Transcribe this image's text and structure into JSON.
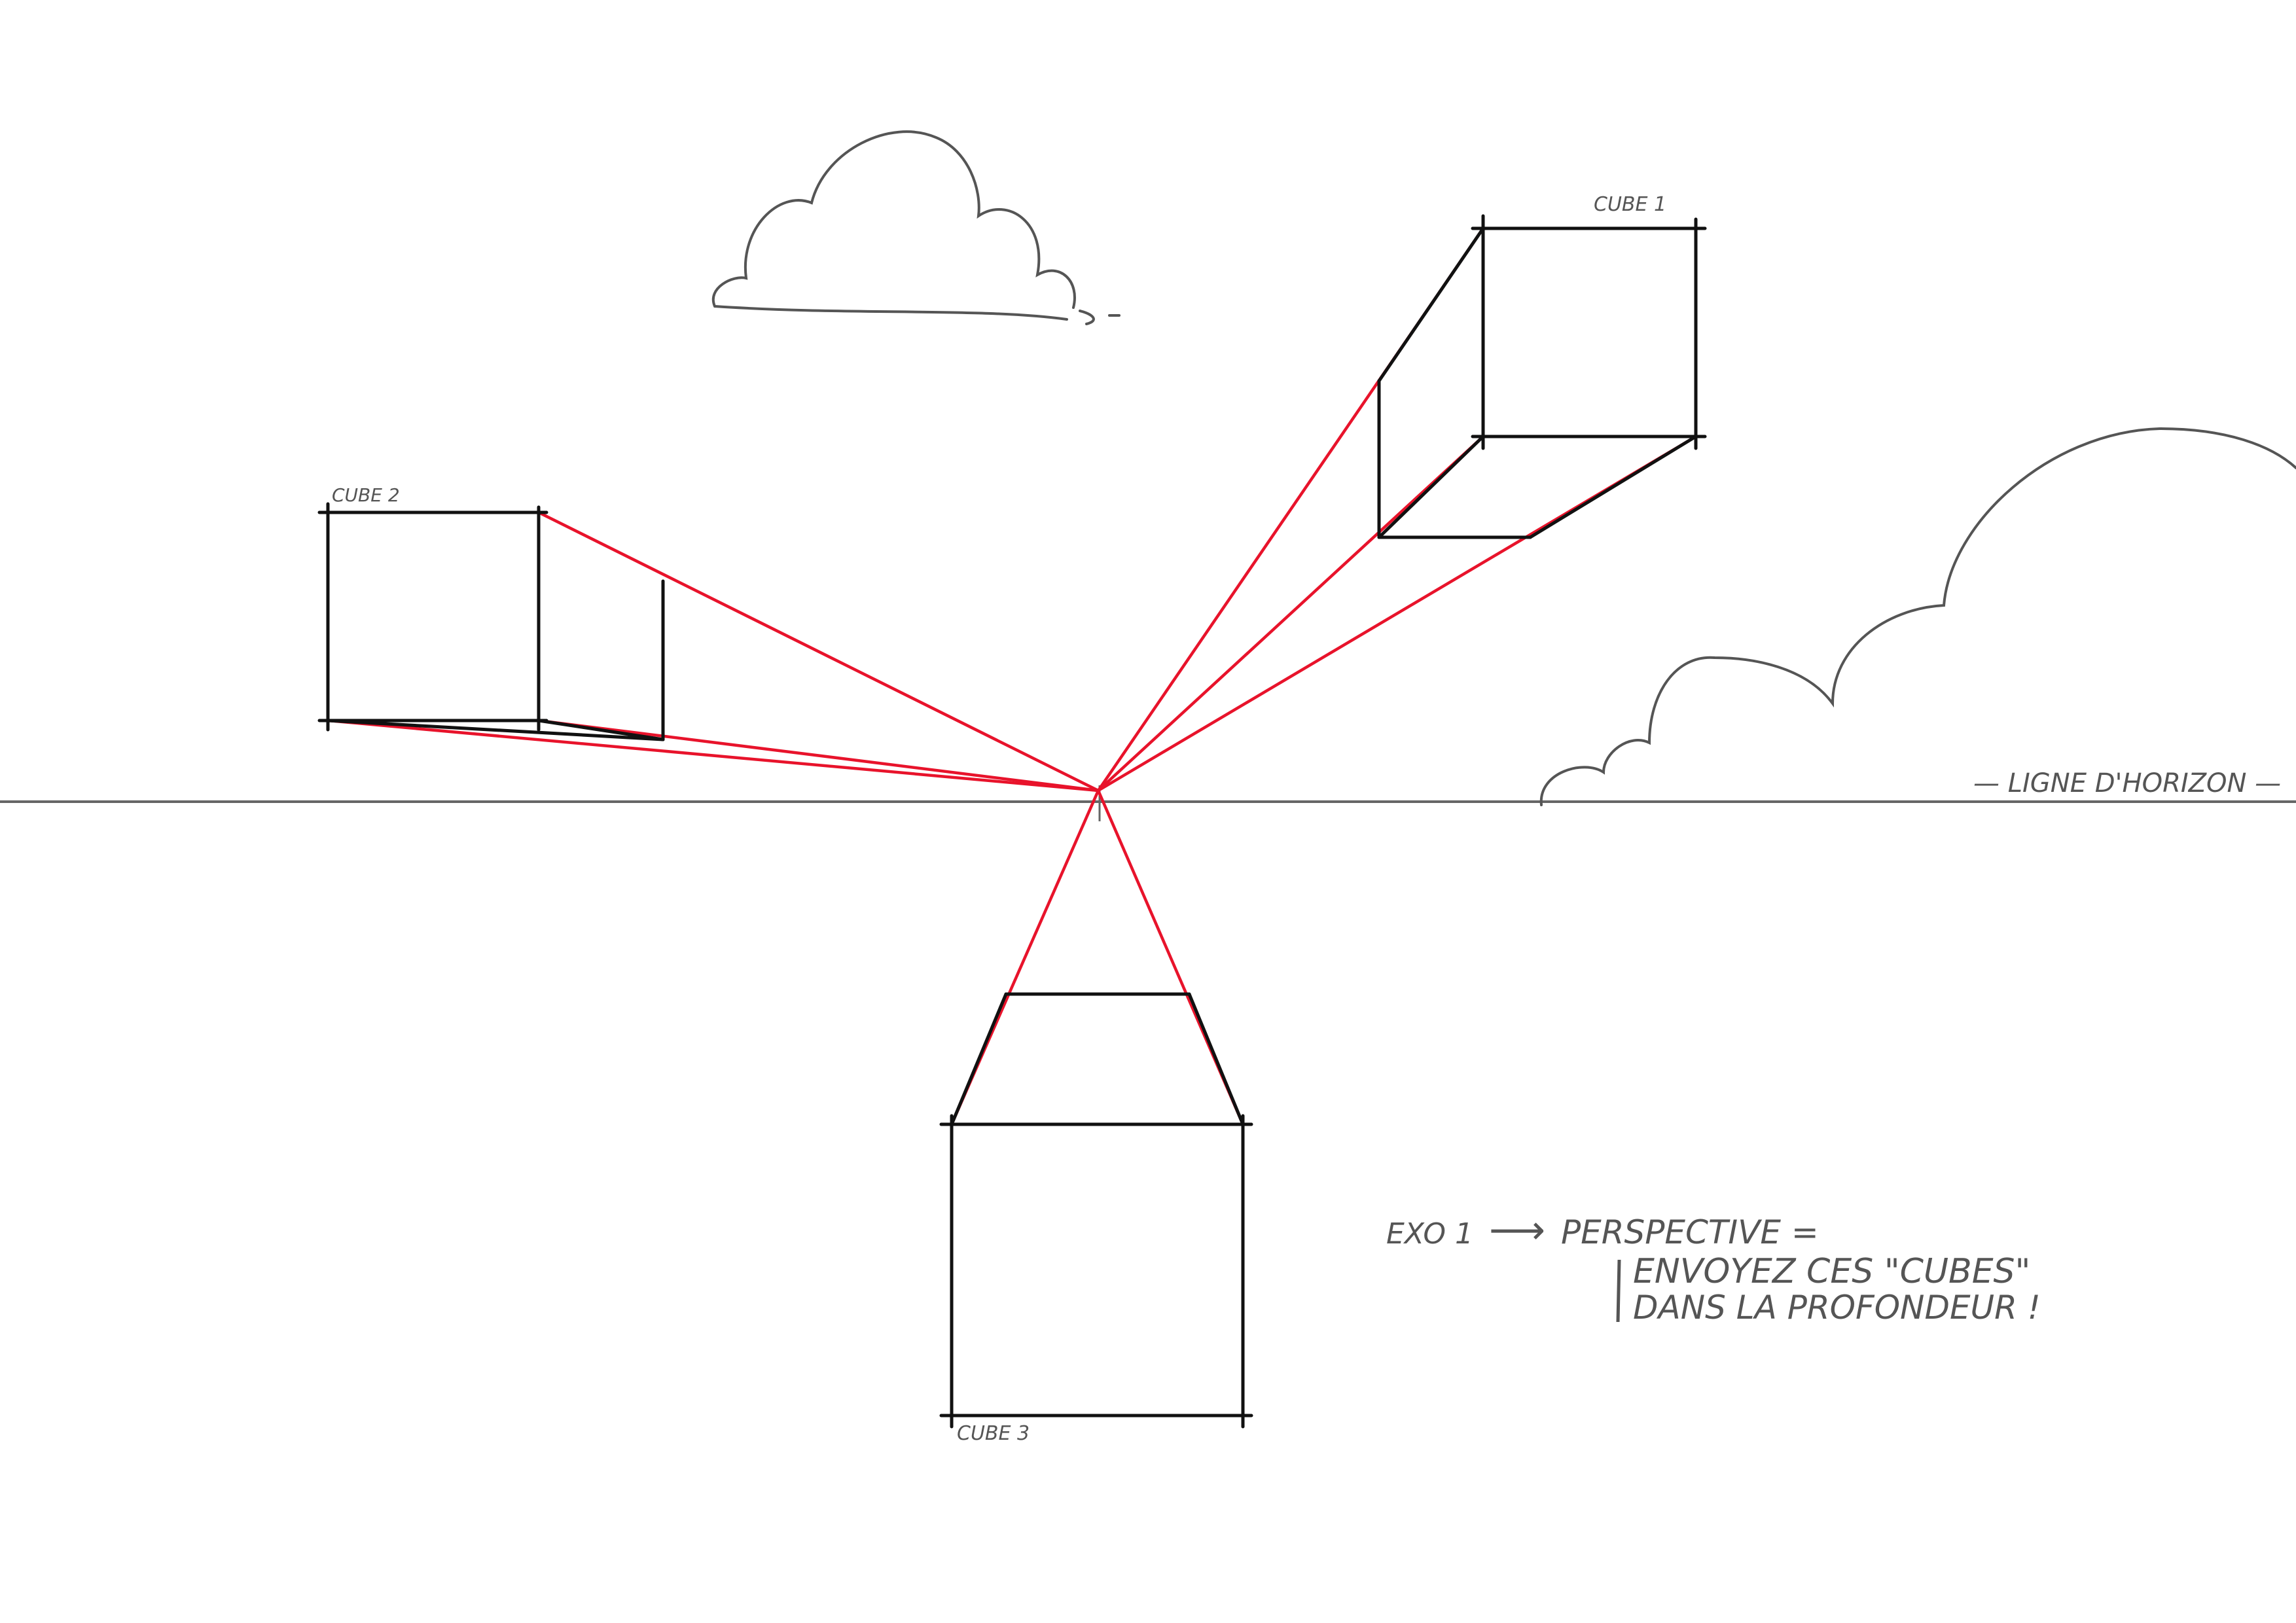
{
  "labels": {
    "cube1": "CUBE 1",
    "cube2": "CUBE 2",
    "cube3": "CUBE 3",
    "horizon": "— LIGNE D'HORIZON —"
  },
  "exercise": {
    "title": "EXO 1",
    "arrow": "⟶",
    "topic": "PERSPECTIVE =",
    "line1": "ENVOYEZ CES \"CUBES\"",
    "line2": "DANS LA PROFONDEUR !"
  },
  "colors": {
    "construction_lines": "#e8132b",
    "cube_edges": "#111111",
    "sketch": "#555555"
  }
}
